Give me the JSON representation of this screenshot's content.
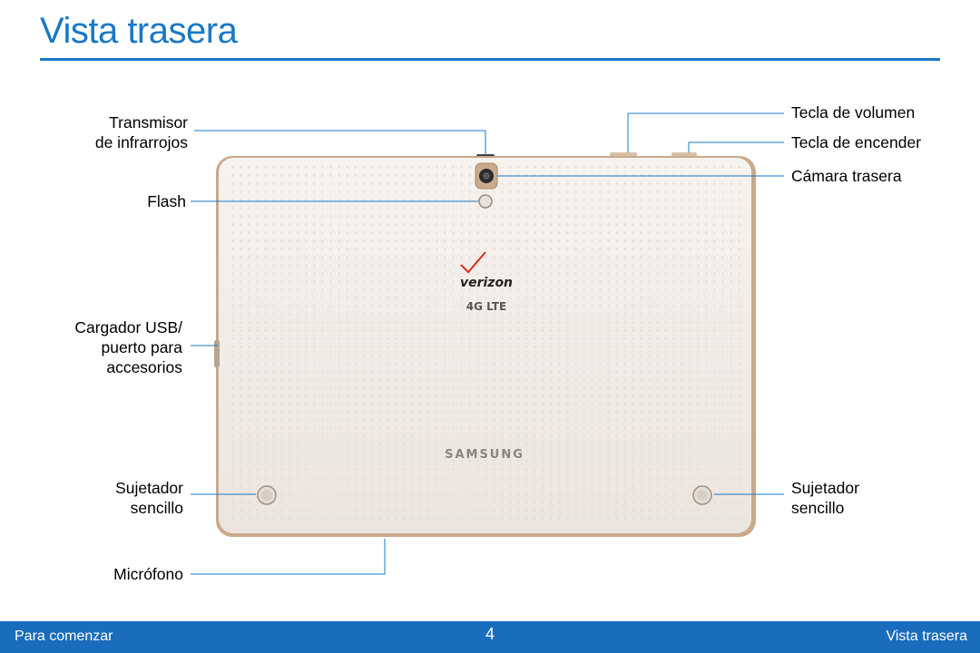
{
  "page": {
    "title": "Vista trasera"
  },
  "callouts": {
    "ir_transmitter_line1": "Transmisor",
    "ir_transmitter_line2": "de infrarrojos",
    "flash": "Flash",
    "usb_line1": "Cargador USB/",
    "usb_line2": "puerto para",
    "usb_line3": "accesorios",
    "clip_left_line1": "Sujetador",
    "clip_left_line2": "sencillo",
    "microphone": "Micrófono",
    "volume_key": "Tecla de volumen",
    "power_key": "Tecla de encender",
    "rear_camera": "Cámara trasera",
    "clip_right_line1": "Sujetador",
    "clip_right_line2": "sencillo"
  },
  "device": {
    "carrier_logo": "verizon",
    "network_badge": "4G LTE",
    "brand_logo": "SAMSUNG"
  },
  "footer": {
    "left": "Para comenzar",
    "page_number": "4",
    "right": "Vista trasera"
  },
  "colors": {
    "accent": "#1a78c6",
    "footer_bg": "#1a6dbd",
    "leader_line": "#1a78c6",
    "device_body": "#f1ebe6",
    "device_edge": "#c9a98c"
  }
}
